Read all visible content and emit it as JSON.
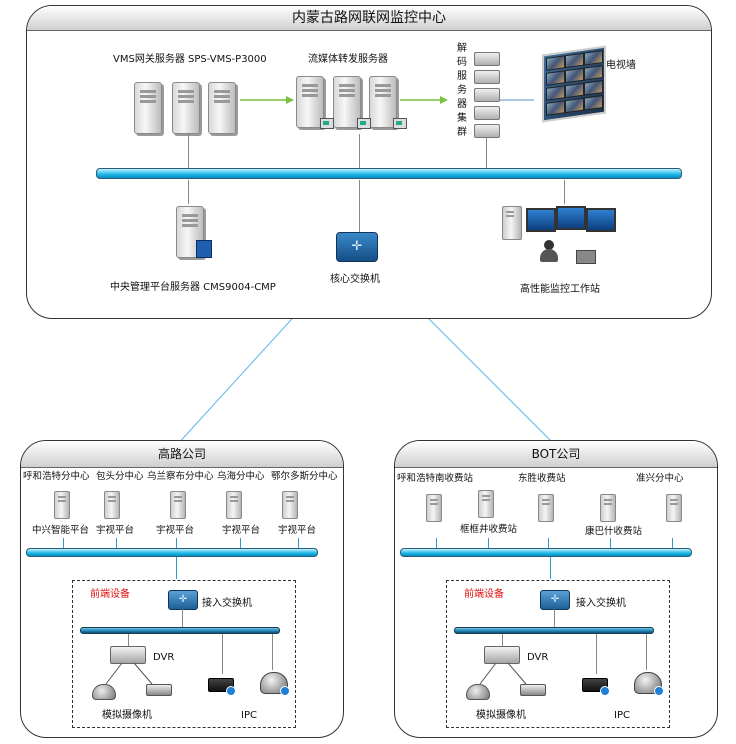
{
  "colors": {
    "bus": "#1bb6e6",
    "link": "#3399cc",
    "green_arrow": "#7ac142",
    "red_label": "#e01010"
  },
  "center": {
    "title": "内蒙古路网联网监控中心",
    "vms_label": "VMS网关服务器 SPS-VMS-P3000",
    "stream_label": "流媒体转发服务器",
    "decoder_label_chars": [
      "解",
      "码",
      "服",
      "务",
      "器",
      "集",
      "群"
    ],
    "tv_wall_label": "电视墙",
    "cms_label": "中央管理平台服务器 CMS9004-CMP",
    "core_switch_label": "核心交换机",
    "workstation_label": "高性能监控工作站"
  },
  "left": {
    "title": "高路公司",
    "branches": [
      "呼和浩特分中心",
      "包头分中心",
      "乌兰察布分中心",
      "乌海分中心",
      "鄂尔多斯分中心"
    ],
    "platforms": [
      "中兴智能平台",
      "宇视平台",
      "宇视平台",
      "宇视平台",
      "宇视平台"
    ],
    "frontend_label": "前端设备",
    "access_switch_label": "接入交换机",
    "dvr_label": "DVR",
    "analog_label": "模拟摄像机",
    "ipc_label": "IPC"
  },
  "right": {
    "title": "BOT公司",
    "stations_top": [
      "呼和浩特南收费站",
      "东胜收费站",
      "准兴分中心"
    ],
    "stations_bottom": [
      "框框井收费站",
      "康巴什收费站"
    ],
    "frontend_label": "前端设备",
    "access_switch_label": "接入交换机",
    "dvr_label": "DVR",
    "analog_label": "模拟摄像机",
    "ipc_label": "IPC"
  }
}
